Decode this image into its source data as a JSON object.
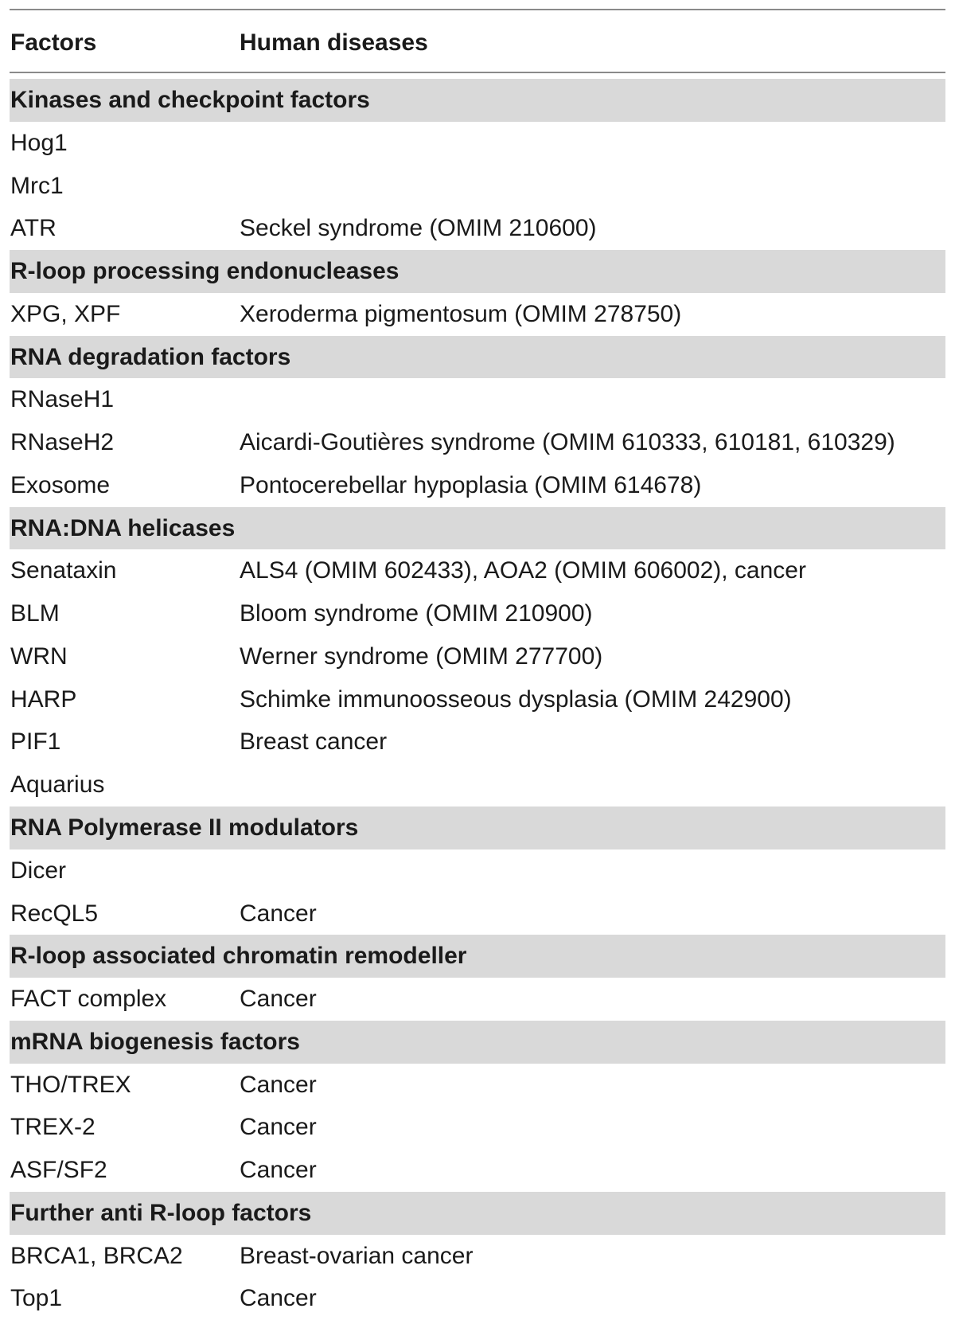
{
  "table": {
    "headers": {
      "factors": "Factors",
      "diseases": "Human diseases"
    },
    "rows": [
      {
        "type": "section",
        "label": "Kinases and checkpoint factors"
      },
      {
        "type": "data",
        "factor": "Hog1",
        "disease": ""
      },
      {
        "type": "data",
        "factor": "Mrc1",
        "disease": ""
      },
      {
        "type": "data",
        "factor": "ATR",
        "disease": "Seckel syndrome (OMIM 210600)"
      },
      {
        "type": "section",
        "label": "R-loop processing endonucleases"
      },
      {
        "type": "data",
        "factor": "XPG, XPF",
        "disease": "Xeroderma pigmentosum (OMIM 278750)"
      },
      {
        "type": "section",
        "label": "RNA degradation factors"
      },
      {
        "type": "data",
        "factor": "RNaseH1",
        "disease": ""
      },
      {
        "type": "data",
        "factor": "RNaseH2",
        "disease": "Aicardi-Goutières syndrome (OMIM 610333, 610181, 610329)"
      },
      {
        "type": "data",
        "factor": "Exosome",
        "disease": "Pontocerebellar hypoplasia (OMIM 614678)"
      },
      {
        "type": "section",
        "label": "RNA:DNA helicases"
      },
      {
        "type": "data",
        "factor": "Senataxin",
        "disease": "ALS4 (OMIM 602433), AOA2 (OMIM 606002), cancer"
      },
      {
        "type": "data",
        "factor": "BLM",
        "disease": "Bloom syndrome (OMIM 210900)"
      },
      {
        "type": "data",
        "factor": "WRN",
        "disease": "Werner syndrome (OMIM 277700)"
      },
      {
        "type": "data",
        "factor": "HARP",
        "disease": "Schimke immunoosseous dysplasia (OMIM 242900)"
      },
      {
        "type": "data",
        "factor": "PIF1",
        "disease": "Breast cancer"
      },
      {
        "type": "data",
        "factor": "Aquarius",
        "disease": ""
      },
      {
        "type": "section",
        "label": "RNA Polymerase II modulators"
      },
      {
        "type": "data",
        "factor": "Dicer",
        "disease": ""
      },
      {
        "type": "data",
        "factor": "RecQL5",
        "disease": "Cancer"
      },
      {
        "type": "section",
        "label": "R-loop associated chromatin remodeller"
      },
      {
        "type": "data",
        "factor": "FACT complex",
        "disease": "Cancer"
      },
      {
        "type": "section",
        "label": "mRNA biogenesis factors"
      },
      {
        "type": "data",
        "factor": "THO/TREX",
        "disease": "Cancer"
      },
      {
        "type": "data",
        "factor": "TREX-2",
        "disease": "Cancer"
      },
      {
        "type": "data",
        "factor": "ASF/SF2",
        "disease": "Cancer"
      },
      {
        "type": "section",
        "label": "Further anti R-loop factors"
      },
      {
        "type": "data",
        "factor": "BRCA1, BRCA2",
        "disease": "Breast-ovarian cancer"
      },
      {
        "type": "data",
        "factor": "Top1",
        "disease": "Cancer"
      }
    ]
  },
  "colors": {
    "section_band": "#d9d9d9",
    "rule": "#8a8a8a",
    "text": "#1a1a1a"
  }
}
